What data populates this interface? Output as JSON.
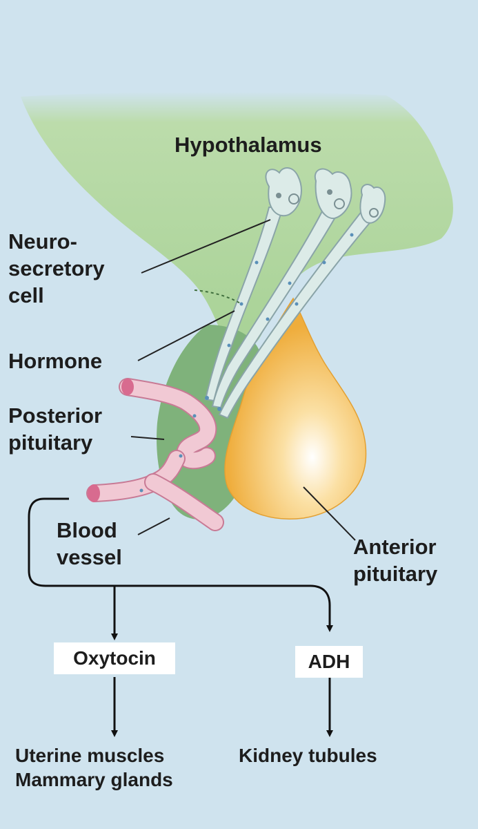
{
  "labels": {
    "hypothalamus": "Hypothalamus",
    "neurosecretory_line1": "Neuro-",
    "neurosecretory_line2": "secretory",
    "neurosecretory_line3": "cell",
    "hormone": "Hormone",
    "posterior_line1": "Posterior",
    "posterior_line2": "pituitary",
    "blood_line1": "Blood",
    "blood_line2": "vessel",
    "anterior_line1": "Anterior",
    "anterior_line2": "pituitary"
  },
  "hormones": {
    "oxytocin": "Oxytocin",
    "adh": "ADH"
  },
  "targets": {
    "oxytocin_line1": "Uterine muscles",
    "oxytocin_line2": "Mammary glands",
    "adh_line1": "Kidney tubules"
  },
  "colors": {
    "background": "#cfe3ee",
    "hypothalamus": "#b5d8a3",
    "posterior_pituitary": "#7fb27b",
    "anterior_pituitary": "#f2b84e",
    "neuron": "#dcebe8",
    "blood_vessel": "#f1c9d4",
    "arrows": "#111111"
  }
}
